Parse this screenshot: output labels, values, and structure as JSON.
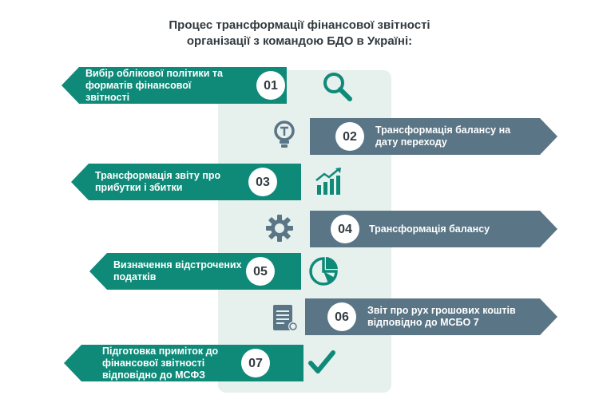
{
  "title": {
    "line1": "Процес трансформації фінансової звітності",
    "line2": "організації з командою БДО в Україні:"
  },
  "colors": {
    "teal": "#0f8a79",
    "slate": "#5a7585",
    "panel": "#e6f0ed",
    "text_dark": "#333b40"
  },
  "steps": [
    {
      "number": "01",
      "label": "Вибір облікової політики та форматів фінансової звітності",
      "icon": "search-icon",
      "side": "left"
    },
    {
      "number": "02",
      "label": "Трансформація балансу на дату переходу",
      "icon": "lightbulb-icon",
      "side": "right"
    },
    {
      "number": "03",
      "label": "Трансформація звіту про прибутки і збитки",
      "icon": "growth-chart-icon",
      "side": "left"
    },
    {
      "number": "04",
      "label": "Трансформація балансу",
      "icon": "gear-icon",
      "side": "right"
    },
    {
      "number": "05",
      "label": "Визначення відстрочених податків",
      "icon": "pie-chart-icon",
      "side": "left"
    },
    {
      "number": "06",
      "label": "Звіт про рух грошових коштів відповідно до МСБО 7",
      "icon": "document-icon",
      "side": "right"
    },
    {
      "number": "07",
      "label": "Підготовка приміток до фінансової звітності відповідно до МСФЗ",
      "icon": "checkmark-icon",
      "side": "left"
    }
  ]
}
